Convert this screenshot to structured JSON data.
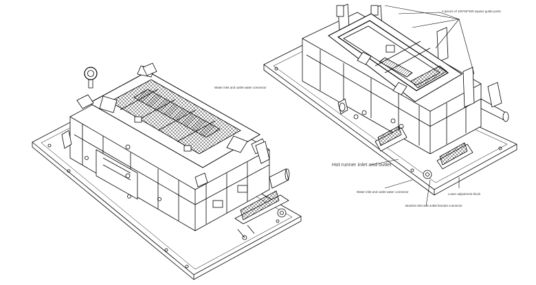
{
  "labels": {
    "guide_posts": "4 pieces of 100*50*300 square guide posts",
    "water_connector_top": "Water inlet and outlet water connector",
    "hot_runner": "Hot runner inlet and outlet",
    "water_connector_bottom": "Water inlet and outlet water connector",
    "bracket_connector": "Bracket inlet and outlet bracket connector",
    "lower_label": "Lower adjustment block"
  }
}
